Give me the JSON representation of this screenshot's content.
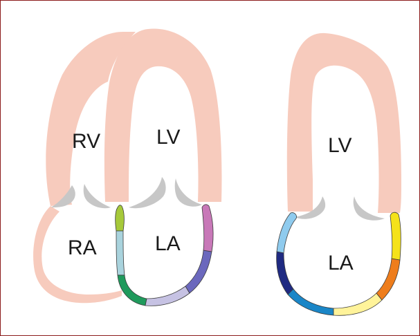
{
  "diagram": {
    "left_view": {
      "labels": {
        "rv": "RV",
        "lv": "LV",
        "ra": "RA",
        "la": "LA"
      },
      "segment_colors": [
        "#a6c93a",
        "#a9d3dd",
        "#1f9a5c",
        "#c6c2e3",
        "#6b68bd",
        "#c878b8"
      ]
    },
    "right_view": {
      "labels": {
        "lv": "LV",
        "la": "LA"
      },
      "segment_colors": [
        "#8fcbee",
        "#1f2a82",
        "#1a86c7",
        "#fff39a",
        "#ee7d1c",
        "#f5e21a"
      ]
    },
    "colors": {
      "myocardium": "#f7cbbd",
      "valve_leaflet": "#c7c7c7",
      "frame_border": "#8b1a1a"
    }
  }
}
